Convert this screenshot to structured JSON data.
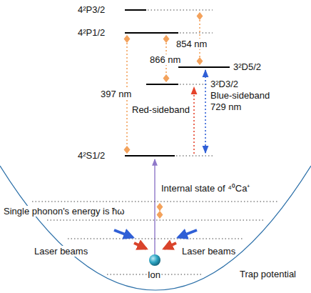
{
  "diagram": {
    "labels": [
      "4²P3/2",
      "4²P1/2",
      "854 nm",
      "866 nm",
      "3²D5/2",
      "397 nm",
      "3²D3/2",
      "Blue-sideband",
      "729 nm",
      "Red-sideband",
      "4²S1/2",
      "Internal state of ⁴⁰Ca⁺",
      "Single phonon's energy is ħω",
      "Laser beams",
      "Laser beams",
      "Trap potential",
      "Ion"
    ]
  }
}
